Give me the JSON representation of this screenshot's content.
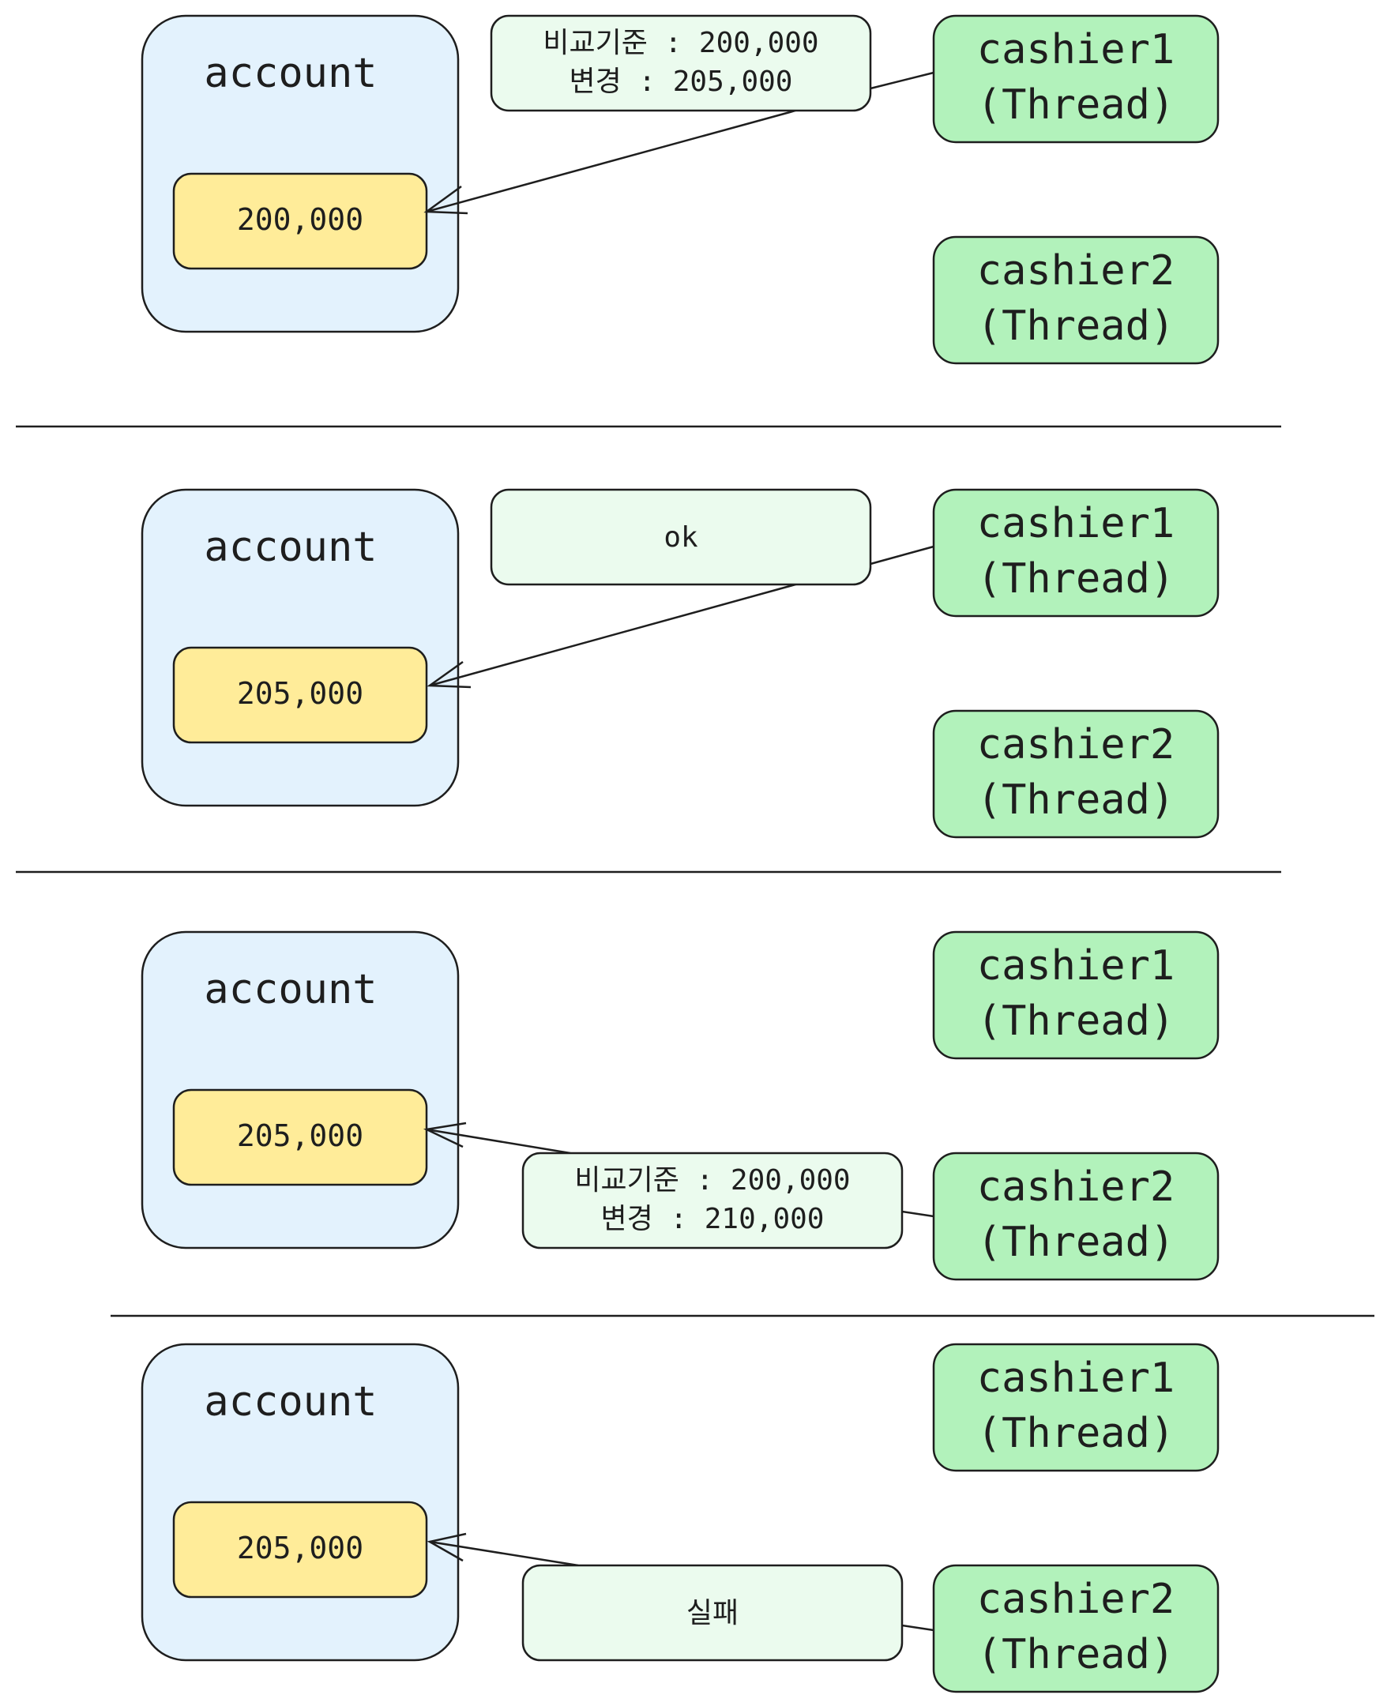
{
  "colors": {
    "account_fill": "#e3f2fd",
    "value_fill": "#ffec99",
    "thread_fill": "#b2f2bb",
    "note_fill": "#ebfbee",
    "stroke": "#1e1e1e"
  },
  "panels": [
    {
      "account_label": "account",
      "value": "200,000",
      "cashier1": {
        "line1": "cashier1",
        "line2": "(Thread)"
      },
      "cashier2": {
        "line1": "cashier2",
        "line2": "(Thread)"
      },
      "note": {
        "line1": "비교기준 : 200,000",
        "line2": "변경 : 205,000"
      }
    },
    {
      "account_label": "account",
      "value": "205,000",
      "cashier1": {
        "line1": "cashier1",
        "line2": "(Thread)"
      },
      "cashier2": {
        "line1": "cashier2",
        "line2": "(Thread)"
      },
      "note": {
        "line1": "ok"
      }
    },
    {
      "account_label": "account",
      "value": "205,000",
      "cashier1": {
        "line1": "cashier1",
        "line2": "(Thread)"
      },
      "cashier2": {
        "line1": "cashier2",
        "line2": "(Thread)"
      },
      "note": {
        "line1": "비교기준 : 200,000",
        "line2": "변경 : 210,000"
      }
    },
    {
      "account_label": "account",
      "value": "205,000",
      "cashier1": {
        "line1": "cashier1",
        "line2": "(Thread)"
      },
      "cashier2": {
        "line1": "cashier2",
        "line2": "(Thread)"
      },
      "note": {
        "line1": "실패"
      }
    }
  ]
}
